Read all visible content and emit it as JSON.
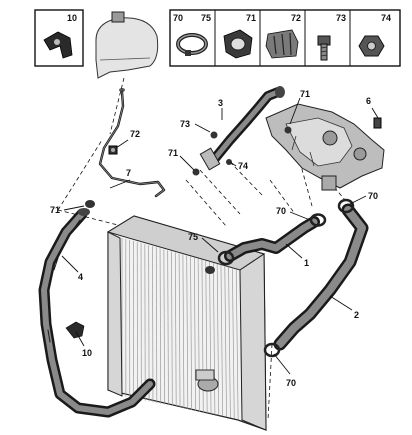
{
  "boxes": {
    "left": [
      "10"
    ],
    "right": [
      "70",
      "75",
      "71",
      "72",
      "73",
      "74"
    ]
  },
  "callouts": [
    "3",
    "71",
    "73",
    "74",
    "6",
    "72",
    "71",
    "7",
    "71",
    "70",
    "70",
    "75",
    "1",
    "4",
    "2",
    "10",
    "70"
  ]
}
